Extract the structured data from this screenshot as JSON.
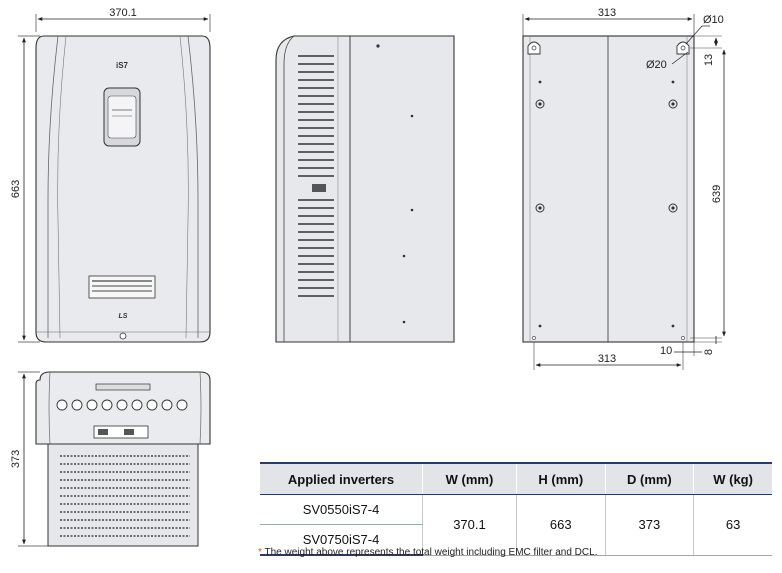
{
  "dimensions": {
    "front_width": "370.1",
    "front_height": "663",
    "rear_top_width": "313",
    "rear_bottom_width": "313",
    "hole_small_dia": "Ø10",
    "hole_large_dia": "Ø20",
    "top_offset": "13",
    "hole_spacing": "639",
    "bottom_offset": "8",
    "bottom_edge_offset": "10",
    "depth": "373"
  },
  "labels": {
    "model_badge": "iS7",
    "brand_logo": "LS"
  },
  "table": {
    "headers": [
      "Applied inverters",
      "W (mm)",
      "H (mm)",
      "D (mm)",
      "W (kg)"
    ],
    "rows": [
      {
        "model": "SV0550iS7-4"
      },
      {
        "model": "SV0750iS7-4"
      }
    ],
    "shared": {
      "w": "370.1",
      "h": "663",
      "d": "373",
      "kg": "63"
    }
  },
  "footnote": {
    "marker": "*",
    "text": "The weight above represents the total weight including EMC filter and DCL."
  }
}
